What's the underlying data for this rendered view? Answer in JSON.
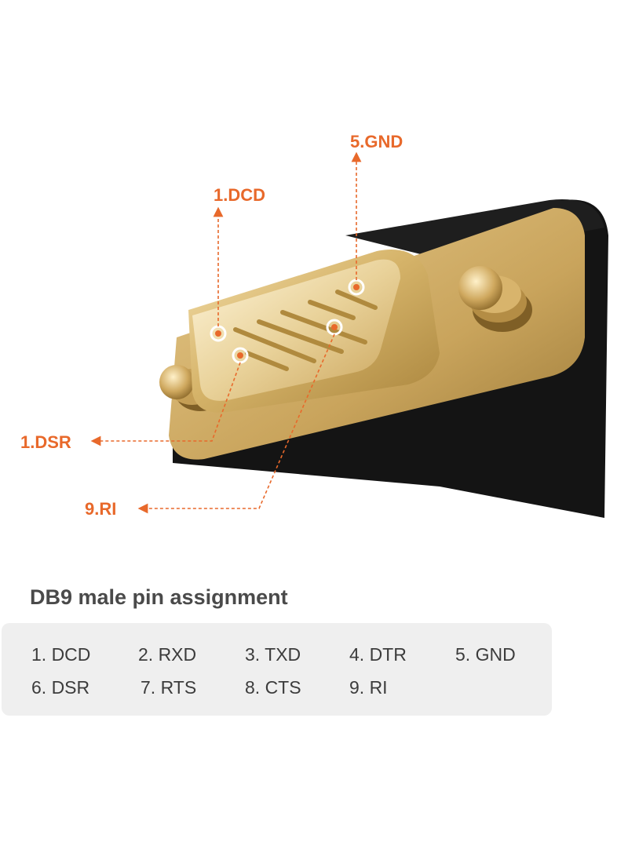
{
  "callouts": {
    "gnd": "5.GND",
    "dcd": "1.DCD",
    "dsr": "1.DSR",
    "ri": "9.RI"
  },
  "title": "DB9 male pin assignment",
  "pins": [
    "1. DCD",
    "2. RXD",
    "3. TXD",
    "4. DTR",
    "5. GND",
    "6. DSR",
    "7. RTS",
    "8. CTS",
    "9. RI"
  ],
  "colors": {
    "accent": "#e8692b",
    "gold": "#d9b86a",
    "housing": "#141414",
    "panel": "#efefef",
    "title_text": "#4a4a4a"
  }
}
